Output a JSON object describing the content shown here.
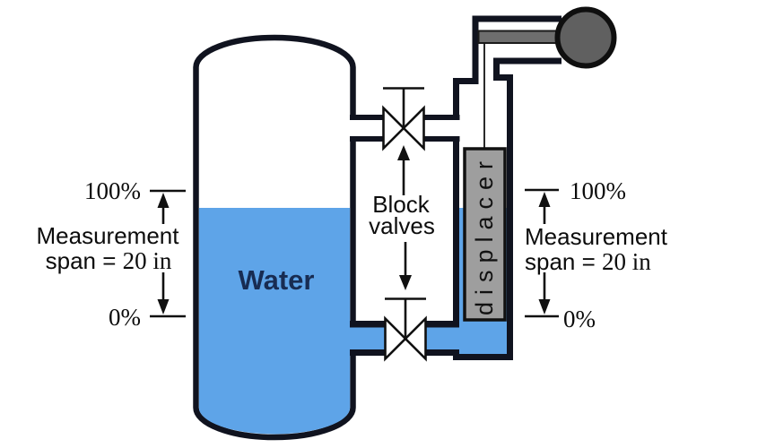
{
  "colors": {
    "water": "#5ea4e8",
    "outline": "#10131f",
    "displacer_fill": "#9e9e9e",
    "torque_arm_fill": "#6e6e6e",
    "head_fill": "#606060",
    "water_label_color": "#182c52"
  },
  "tank": {
    "label": "Water"
  },
  "valves": {
    "label_line1": "Block",
    "label_line2": "valves"
  },
  "displacer_chamber": {
    "displacer_label": "displacer"
  },
  "left_scale": {
    "top_label": "100%",
    "bottom_label": "0%",
    "span_line1": "Measurement",
    "span_line2_prefix": "span = ",
    "span_line2_value": "20 in"
  },
  "right_scale": {
    "top_label": "100%",
    "bottom_label": "0%",
    "span_line1": "Measurement",
    "span_line2_prefix": "span = ",
    "span_line2_value": "20 in"
  }
}
